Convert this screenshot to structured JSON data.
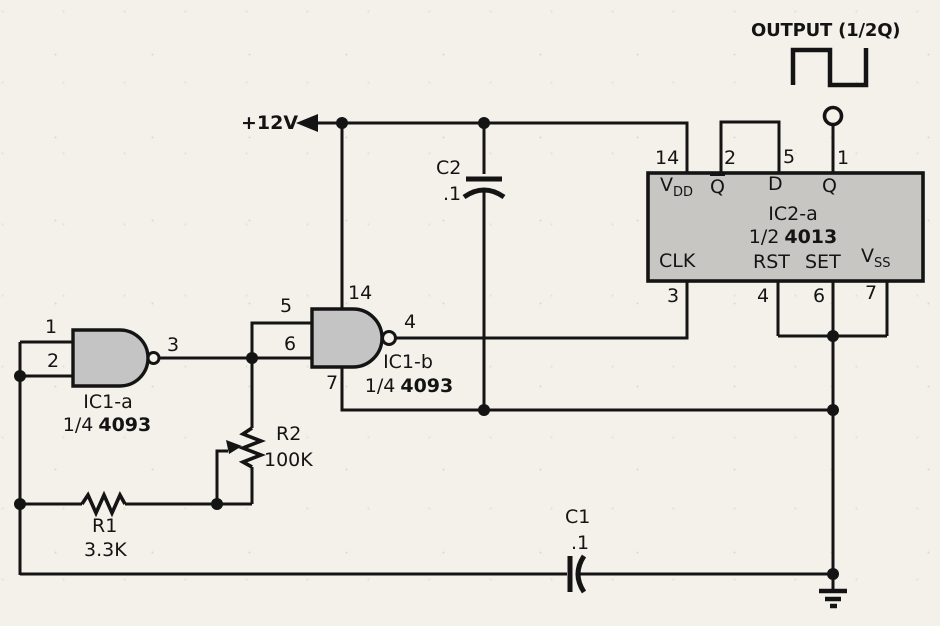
{
  "colors": {
    "paper": "#f3f1ea",
    "ink": "#141414",
    "component_fill": "#c4c4c4"
  },
  "power_label": "+12V",
  "output_label": "OUTPUT (1/2Q)",
  "ic1a": {
    "name": "IC1-a",
    "fraction": "1/4",
    "part": "4093",
    "pin_in1": "1",
    "pin_in2": "2",
    "pin_out": "3"
  },
  "ic1b": {
    "name": "IC1-b",
    "fraction": "1/4",
    "part": "4093",
    "pin_in1": "5",
    "pin_in2": "6",
    "pin_out": "4",
    "pin_vdd": "14",
    "pin_vss": "7"
  },
  "ic2": {
    "name": "IC2-a",
    "fraction": "1/2",
    "part": "4013",
    "pins": {
      "vdd": {
        "num": "14",
        "base": "V",
        "sub": "DD"
      },
      "qbar": {
        "num": "2",
        "base": "Q"
      },
      "d": {
        "num": "5",
        "base": "D"
      },
      "q": {
        "num": "1",
        "base": "Q"
      },
      "clk": {
        "num": "3",
        "base": "CLK"
      },
      "rst": {
        "num": "4",
        "base": "RST"
      },
      "set": {
        "num": "6",
        "base": "SET"
      },
      "vss": {
        "num": "7",
        "base": "V",
        "sub": "SS"
      }
    }
  },
  "r1": {
    "ref": "R1",
    "value": "3.3K"
  },
  "r2": {
    "ref": "R2",
    "value": "100K"
  },
  "c1": {
    "ref": "C1",
    "value": ".1"
  },
  "c2": {
    "ref": "C2",
    "value": ".1"
  }
}
